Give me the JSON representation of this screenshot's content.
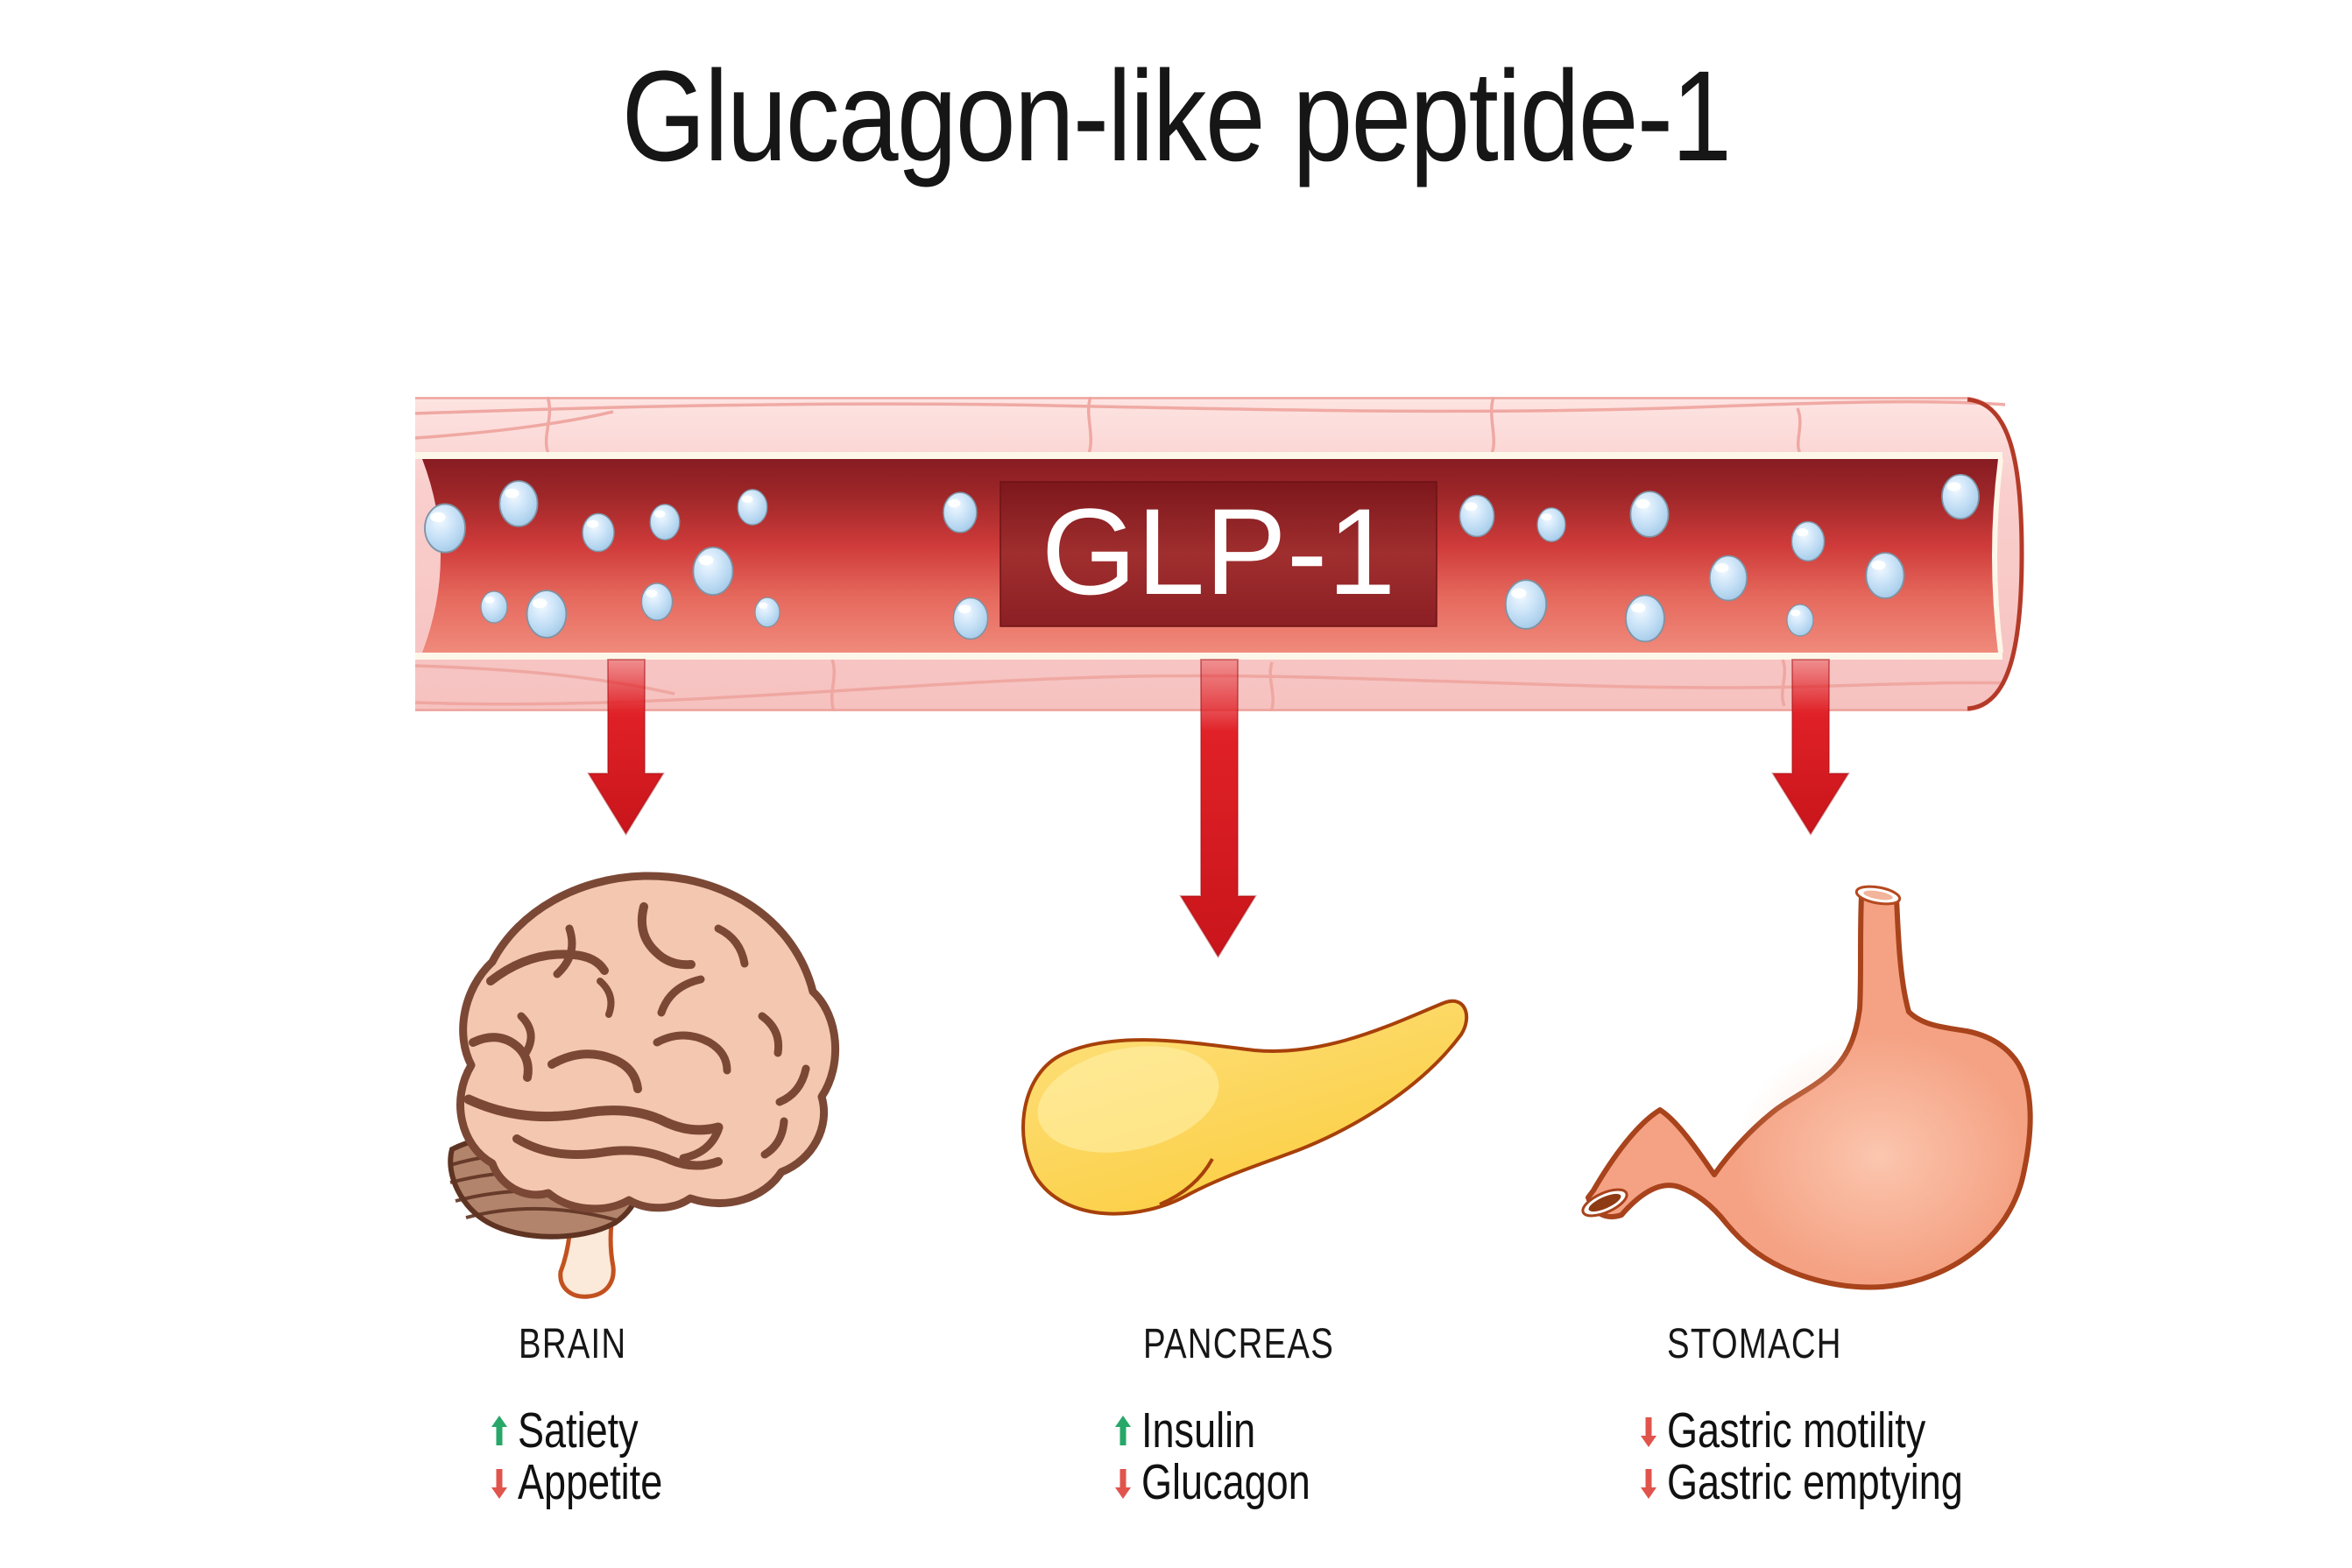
{
  "title": "Glucagon-like peptide-1",
  "vessel": {
    "name": "blood vessel releasing GLP-1",
    "label": "GLP-1"
  },
  "organs": [
    {
      "id": "brain",
      "label": "BRAIN",
      "effects": [
        {
          "dir": "up",
          "text": "Satiety"
        },
        {
          "dir": "down",
          "text": "Appetite"
        }
      ]
    },
    {
      "id": "pancreas",
      "label": "PANCREAS",
      "effects": [
        {
          "dir": "up",
          "text": "Insulin"
        },
        {
          "dir": "down",
          "text": "Glucagon"
        }
      ]
    },
    {
      "id": "stomach",
      "label": "STOMACH",
      "effects": [
        {
          "dir": "down",
          "text": "Gastric motility"
        },
        {
          "dir": "down",
          "text": "Gastric emptying"
        }
      ]
    }
  ],
  "colors": {
    "up_green": "#27a768",
    "down_red": "#e0544c",
    "release_arrow_red": "#e01d24",
    "lumen_red": "#c9393a",
    "wall_pink": "#f8caca",
    "glp1_box_red": "#8e2125",
    "text_black": "#161616"
  }
}
